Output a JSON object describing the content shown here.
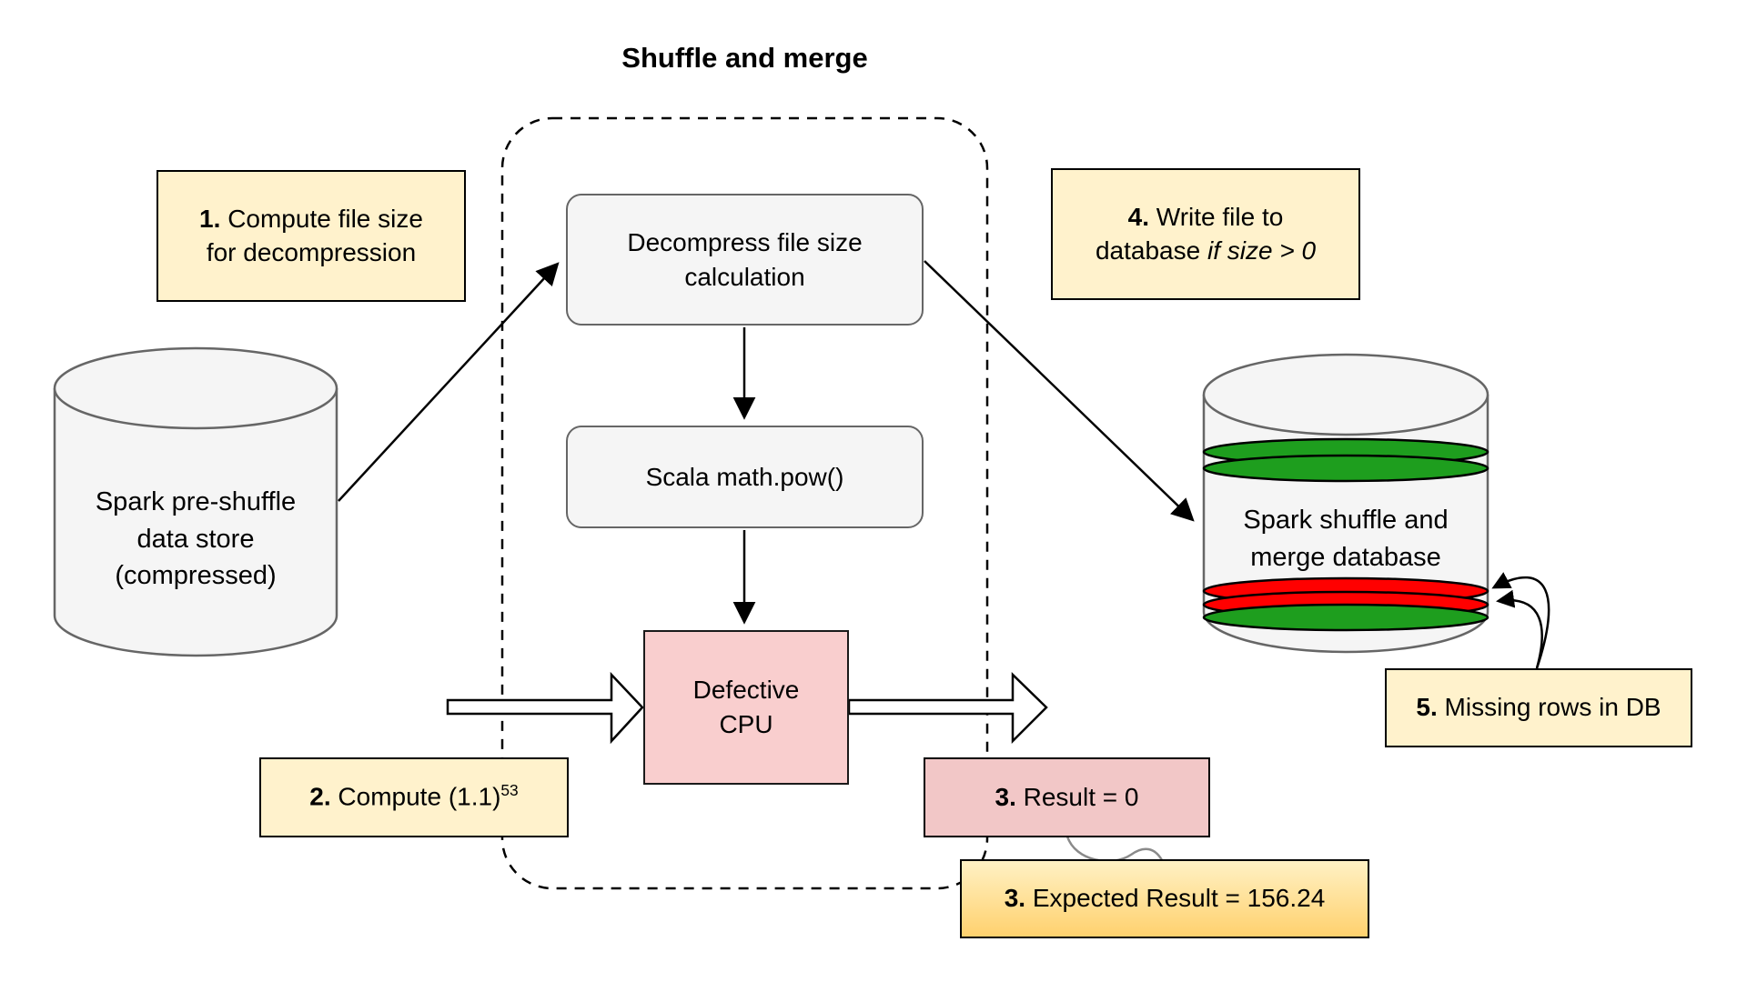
{
  "title": "Shuffle and merge",
  "nodes": {
    "decompress": {
      "label": "Decompress file size\ncalculation"
    },
    "scala": {
      "label": "Scala math.pow()"
    },
    "cpu": {
      "label": "Defective\nCPU"
    },
    "source_db": {
      "label": "Spark pre-shuffle\ndata store\n(compressed)"
    },
    "target_db": {
      "label": "Spark shuffle and\nmerge database"
    }
  },
  "notes": {
    "note1": {
      "num": "1.",
      "text": "Compute file size\nfor decompression"
    },
    "note2": {
      "num": "2.",
      "text": "Compute (1.1)",
      "sup": "53"
    },
    "note3": {
      "num": "3.",
      "text": "Result = 0"
    },
    "note3b": {
      "num": "3.",
      "text": "Expected Result = 156.24"
    },
    "note4": {
      "num": "4.",
      "text": "Write file to\ndatabase",
      "italic": "if size > 0"
    },
    "note5": {
      "num": "5.",
      "text": "Missing rows in DB"
    }
  },
  "colors": {
    "note_yellow": "#FFF2CC",
    "note_gradient_top": "#FFF1C4",
    "note_gradient_bottom": "#FFD16E",
    "process_gray": "#F5F5F5",
    "cpu_pink": "#F9CECE",
    "result_pink": "#F2C7C7",
    "disk_green": "#1E9E1E",
    "disk_red": "#FF0000",
    "border_dark": "#000000",
    "border_gray": "#666666"
  }
}
